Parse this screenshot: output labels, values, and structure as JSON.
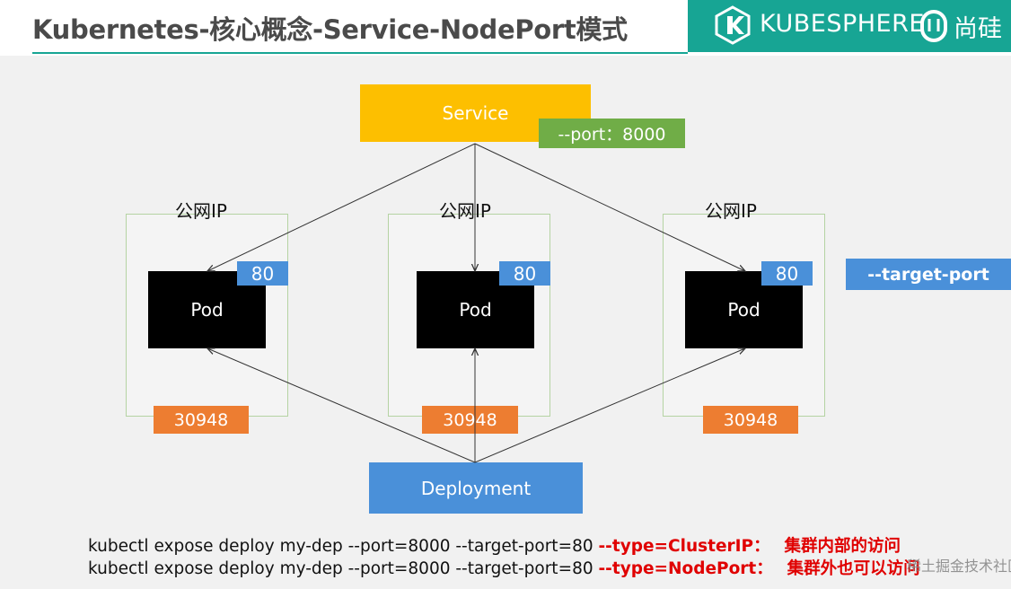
{
  "header": {
    "title": "Kubernetes-核心概念-Service-NodePort模式",
    "brand_name": "KUBESPHERE",
    "partner_name": "尚硅"
  },
  "diagram": {
    "service_label": "Service",
    "port_option": "--port：8000",
    "target_port_option": "--target-port",
    "deployment_label": "Deployment",
    "nodes": [
      {
        "ip_label": "公网IP",
        "pod_label": "Pod",
        "target_port": "80",
        "node_port": "30948"
      },
      {
        "ip_label": "公网IP",
        "pod_label": "Pod",
        "target_port": "80",
        "node_port": "30948"
      },
      {
        "ip_label": "公网IP",
        "pod_label": "Pod",
        "target_port": "80",
        "node_port": "30948"
      }
    ]
  },
  "commands": [
    {
      "base": "kubectl expose deploy my-dep --port=8000 --target-port=80",
      "type_option": "--type=ClusterIP：",
      "note": "集群内部的访问"
    },
    {
      "base": "kubectl expose deploy my-dep --port=8000 --target-port=80",
      "type_option": "--type=NodePort：",
      "note": "集群外也可以访问"
    }
  ],
  "watermark": "稀土掘金技术社区",
  "colors": {
    "brand_teal": "#17a594",
    "service": "#fdbf00",
    "port_green": "#70ad47",
    "blue": "#4a90d9",
    "orange": "#ed7d31",
    "highlight_red": "#e00000"
  }
}
